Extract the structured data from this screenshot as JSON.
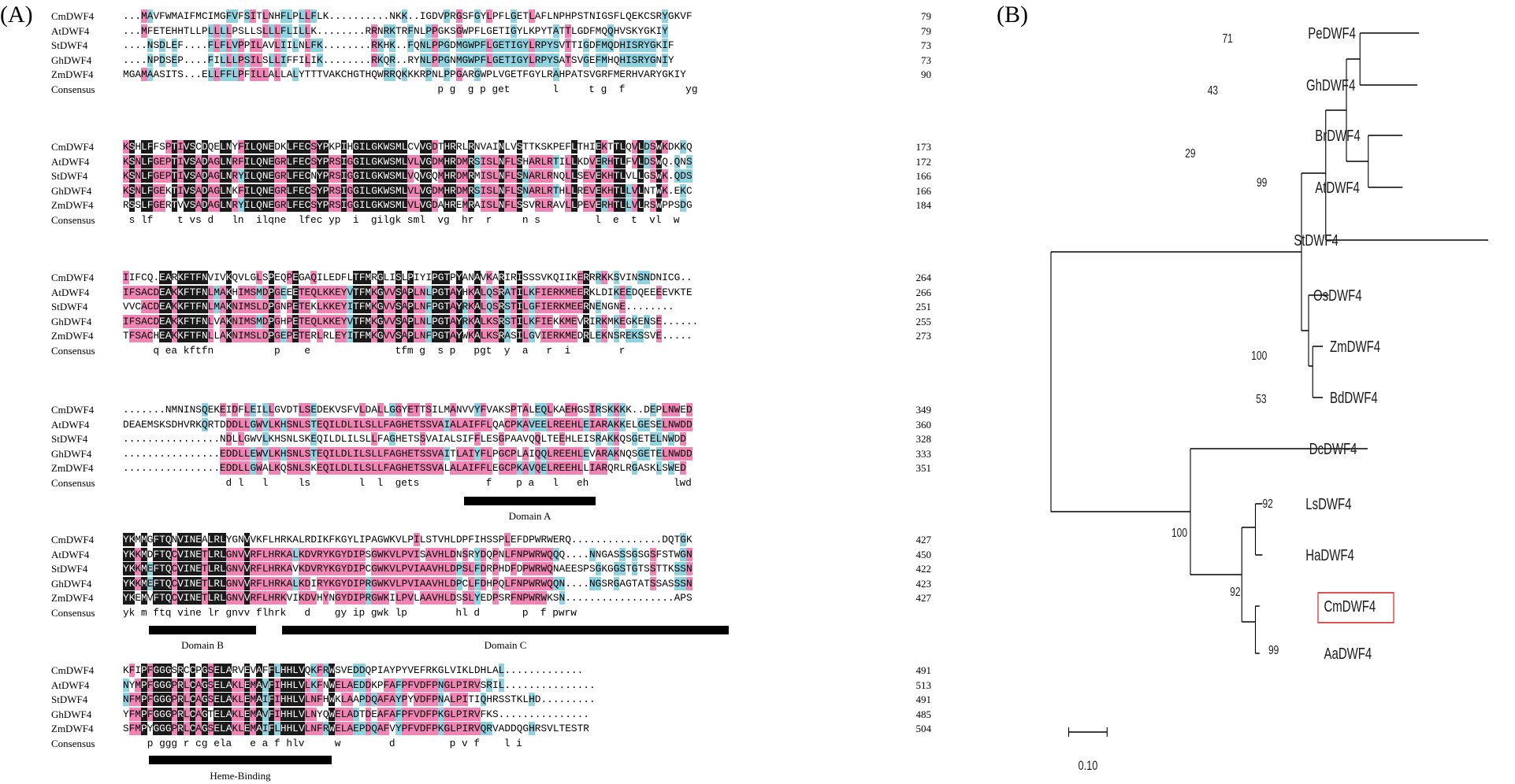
{
  "panels": {
    "a": "(A)",
    "b": "(B)"
  },
  "alignment": {
    "blocks": [
      {
        "rows": [
          {
            "name": "CmDWF4",
            "seq": "...MAVFWMAIFMCIMGFVFSITLNHFLPLLFLK..........NKK..IGDVPRGSFGYLPFLGETLAFLNPHPSTNIGSFLQEKCSRYGKVF",
            "num": "79"
          },
          {
            "name": "AtDWF4",
            "seq": "...MFETEHHTLLPLLLLPSLLSLLLFLILLK........RRNRKTRFNLPPGKSGWPFLGETIGYLKPYTATTLGDFMQQHVSKYGKIY",
            "num": "79"
          },
          {
            "name": "StDWF4",
            "seq": "....NSDLEF....FLFLVPPILAVLIILNLFK........RKHK..FQNLPPGDMGWPFLGETIGYLRPYSVTTIGDFMQDHISRYGKIF",
            "num": "73"
          },
          {
            "name": "GhDWF4",
            "seq": "....NPDSEP....FILLLPSILSLLIFFILIK........RKQR..RYNLPPGNMGWPFLGETIGYLRPYSATSVGEFMHQHISRYGNIY",
            "num": "73"
          },
          {
            "name": "ZmDWF4",
            "seq": "MGAMAASITS...ELLFFLPFILLALLALYTTTVAKCHGTHQWRRQKKKRPNLPPGARGWPLVGETFGYLRAHPATSVGRFMERHVARYGKIY",
            "num": "90"
          }
        ],
        "consensus": "                                                    p g  g p get       l     t g  f          yg"
      },
      {
        "rows": [
          {
            "name": "CmDWF4",
            "seq": "KSHLFFSPTIVSCDQELNYFILQNEDKLFECSYPKPIHGILGKWSMLCVVGDTHRRLRNVAINLVSTTKSKPEFLTHIEKTTLQVLDSWKDKKQ",
            "num": "173"
          },
          {
            "name": "AtDWF4",
            "seq": "KSNLFGEPTIVSADAGLNRFILQNEGRLFECSYPRSIGGILGKWSMLVLVGDMHRDMRSISLNFLSHARLRTILLKDVERHTLFVLDSWQ.QNS",
            "num": "172"
          },
          {
            "name": "StDWF4",
            "seq": "KSNLFGEPTIVSADAGLNRYILQNEGRLFECNYPRSIGGILGKWSMLVQVGQMHRDMRMISLNFLSNARLRNQLLSEVEKHTLVLLGSWK.QDS",
            "num": "166"
          },
          {
            "name": "GhDWF4",
            "seq": "KSNLFGEKTIVSADAGLNKFILQNEGRLFECSYPRSIGGILGKWSMLVLVGDMHRDMRSISLNFLSNARLRTHLLREVEKHTLLVLNTWK.EKC",
            "num": "166"
          },
          {
            "name": "ZmDWF4",
            "seq": "RSSLFGERTVVSADAGLNRYILQNEGRLFECSYPRSIGGILGKWSMLVLVGDAHREMRAISLNFLSSVRLRAVLLPEVERHTLLVLRSWPPSDG",
            "num": "184"
          }
        ],
        "consensus": " s lf    t vs d   ln  ilqne  lfec yp  i  gilgk sml  vg  hr  r     n s         l  e  t  vl  w"
      },
      {
        "rows": [
          {
            "name": "CmDWF4",
            "seq": "IIFCQ.EARKFTFNVIVKQVLGLSPEQPEGAQILEDFLTFMRGLISLPIYIPGTPYANAVKARIRISSSVKQIIKERRRKKSVINSNDNICG..",
            "num": "264"
          },
          {
            "name": "AtDWF4",
            "seq": "IFSACDEAKKFTFNLMAKHIMSMDPGEEETEQLKKEYVTFMKGVVSAPLNLPGTAYHKALQSRATILKFIERKMEERKLDIKEEDQEEEEVKTE",
            "num": "266"
          },
          {
            "name": "StDWF4",
            "seq": "VVCACDEAKKFTFNLMAKNIMSLDPGNPETEKLKKEYITFMKGVVSAPLNFPGTAYRKALQSRSTILGFIERKMEERNENGNE........",
            "num": "251"
          },
          {
            "name": "GhDWF4",
            "seq": "IFSACDEAKKFTFNLVAKNIMSMDPGHPETEQLKKEYVTFMKGVVSAPLNLPGTAYRKALKSRSTILKFIEKKMEVRIRKMKEGKENSE......",
            "num": "255"
          },
          {
            "name": "ZmDWF4",
            "seq": "TFSACHEAKKFTFNLLAKNIMSLDPGEPETERLRLEYITFMKGVVSAPLNFPGTAYWKALKSRASILGVIERKMEDRLEKNSREKSSVE.....",
            "num": "273"
          }
        ],
        "consensus": "     q ea kftfn          p    e              tfm g  s p   pgt  y  a   r  i        r"
      },
      {
        "rows": [
          {
            "name": "CmDWF4",
            "seq": ".......NMNINSQEKEIDFLEILLGVDTLSEDEKVSFVLDALLGGYETTSILMANVVYFVAKSPTALEQLKAEHGSIRSKKKK..DEPLNWED",
            "num": "349"
          },
          {
            "name": "AtDWF4",
            "seq": "DEAEMSKSDHVRKQRTDDDLLGWVLKHSNLSTEQILDLILSLLFAGHETSSVAIALAIFFLQACPKAVEELREEHLEIARAKKELGESELNWDD",
            "num": "360"
          },
          {
            "name": "StDWF4",
            "seq": "................NDLLGWVLKHSNLSKEQILDLILSLLFAGHETSSVAIALSIFFLESGPAAVQQLTEEHLEISRAKKQSGETELNWDD",
            "num": "328"
          },
          {
            "name": "GhDWF4",
            "seq": "................EDDLLEWVLKHSNLSTEQILDLILSLLFAGHETSSVAITLAIYFLPGCPLAIQQLREEHLEVARAKNQSGETELNWDD",
            "num": "333"
          },
          {
            "name": "ZmDWF4",
            "seq": "................EDDLLGWALKQSNLSKEQILDLILSLLFAGHETSSVALALAIFFLEGCPKAVQELREEHLLIARQRLRGASKLSWED",
            "num": "351"
          }
        ],
        "consensus": "                 d l   l     ls        l  l  gets           f    p a   l   eh              lwd"
      },
      {
        "rows": [
          {
            "name": "CmDWF4",
            "seq": "YKMMGFTQNVINEALRLYGNVVKFLHRKALRDIKFKGYLIPAGWKVLPILSTVHLDPFIHSSPLEFDPWRWERQ...............DQTGK",
            "num": "427"
          },
          {
            "name": "AtDWF4",
            "seq": "YKKMDFTQCVINETLRLGNVVRFLHRKALKDVRYKGYDIPSGWKVLPVISAVHLDNSRYDQPNLFNPWRWQQQ....NNGASSSGSGSFSTWGN",
            "num": "450"
          },
          {
            "name": "StDWF4",
            "seq": "YKKMEFTQCVINETLRLGNVVRFLHRKAVKDVRYKGYDIPCGWKVLPVIAAVHLDPSLFDRPHDFDPWRWQNAEESPSGKGGSTGTSSTTKSSN",
            "num": "422"
          },
          {
            "name": "GhDWF4",
            "seq": "YKKMEFTQCVINETLRLGNVVRFLHRKALKDIRYKGYDIPRGWKVLPVIAAVHLDPCLFDHPQLFNPWRWQQN....NGSRGAGTATSSASSSN",
            "num": "423"
          },
          {
            "name": "ZmDWF4",
            "seq": "YKEMVFTQCVINETLRLGNVVRFLHRKVIKDVHYNGYDIPRGWKILPVLAAVHLDSSLYEDPSRFNPWRWKSN..................APS",
            "num": "427"
          }
        ],
        "consensus": "yk m ftq vine lr gnvv flhrk   d    gy ip gwk lp        hl d       p  f pwrw"
      },
      {
        "rows": [
          {
            "name": "CmDWF4",
            "seq": "KFIPFGGGSRCCPGSELARVEVAFFLHHLVQKFRWSVEDDQPIAYPYVEFRKGLVIKLDHLAL.............",
            "num": "491"
          },
          {
            "name": "AtDWF4",
            "seq": "NYMPFGGGPRLCAGSELAKLEMAVFIHHLVLKFNWELAEDDKPFAFPFVDFPNGLPIRVSRIL...............",
            "num": "513"
          },
          {
            "name": "StDWF4",
            "seq": "NFMPFGGGPRLCAGSELAKLEMAIFIHHLVLNFHWKLAAPDQAFAYPYVDFPNALPITIQHRSSTKLHD.........",
            "num": "491"
          },
          {
            "name": "GhDWF4",
            "seq": "YFMPFGGGPRLCAGTELAKLEMAVFIHHLVLNYQWELADTDEAFAFPFVDFPKGLPIRVFKS...............",
            "num": "485"
          },
          {
            "name": "ZmDWF4",
            "seq": "SFMPYGGGPRLCAGSELAKLEMAIFLHHLVLNFRWELAEPDQAFVYPFVDFPKGLPIRVQRVADDQGHRSVLTESTR",
            "num": "504"
          }
        ],
        "consensus": "    p ggg r cg ela   e a f hlv     w        d         p v f    l i"
      }
    ],
    "consensus_label": "Consensus",
    "domains": [
      "Domain A",
      "Domain B",
      "Domain C",
      "Heme-Binding"
    ]
  },
  "tree": {
    "taxa": [
      "PeDWF4",
      "GhDWF4",
      "BrDWF4",
      "AtDWF4",
      "StDWF4",
      "OsDWF4",
      "ZmDWF4",
      "BdDWF4",
      "DcDWF4",
      "LsDWF4",
      "HaDWF4",
      "CmDWF4",
      "AaDWF4"
    ],
    "bootstrap": [
      "71",
      "43",
      "29",
      "99",
      "100",
      "53",
      "92",
      "100",
      "92",
      "99"
    ],
    "highlighted": "CmDWF4",
    "scale_label": "0.10",
    "colors": {
      "highlight_box": "#d21a1a"
    }
  }
}
